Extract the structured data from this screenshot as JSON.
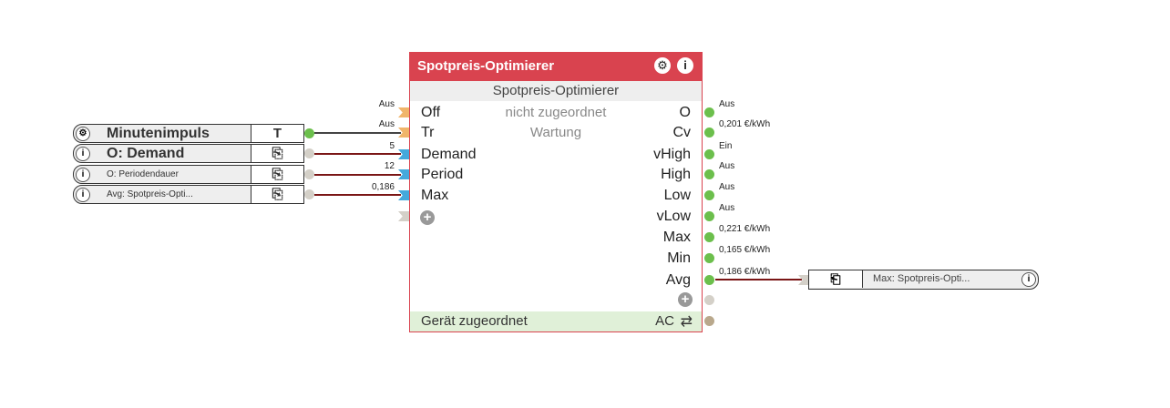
{
  "inputs_left": [
    {
      "icon": "gear-icon",
      "label": "Minutenimpuls",
      "cell": "T",
      "big": true
    },
    {
      "icon": "info-icon",
      "label": "O: Demand",
      "cell": "",
      "big": true,
      "wire_value": "5"
    },
    {
      "icon": "info-icon",
      "label": "O: Periodendauer",
      "cell": "",
      "big": false,
      "wire_value": "12"
    },
    {
      "icon": "info-icon",
      "label": "Avg: Spotpreis-Opti...",
      "cell": "",
      "big": false,
      "wire_value": "0,186"
    }
  ],
  "block": {
    "title": "Spotpreis-Optimierer",
    "subtitle": "Spotpreis-Optimierer",
    "status1": "nicht zugeordnet",
    "status2": "Wartung",
    "footer_label": "Gerät zugeordnet",
    "footer_right": "AC",
    "inputs": [
      {
        "name": "Off",
        "value": "Aus"
      },
      {
        "name": "Tr",
        "value": "Aus"
      },
      {
        "name": "Demand",
        "value": "5"
      },
      {
        "name": "Period",
        "value": "12"
      },
      {
        "name": "Max",
        "value": "0,186"
      }
    ],
    "outputs": [
      {
        "name": "O",
        "value": "Aus"
      },
      {
        "name": "Cv",
        "value": "0,201 €/kWh"
      },
      {
        "name": "vHigh",
        "value": "Ein"
      },
      {
        "name": "High",
        "value": "Aus"
      },
      {
        "name": "Low",
        "value": "Aus"
      },
      {
        "name": "vLow",
        "value": "Aus"
      },
      {
        "name": "Max",
        "value": "0,221 €/kWh"
      },
      {
        "name": "Min",
        "value": "0,165 €/kWh"
      },
      {
        "name": "Avg",
        "value": "0,186 €/kWh"
      }
    ]
  },
  "output_right": {
    "label": "Max: Spotpreis-Opti..."
  },
  "colors": {
    "header": "#d9434f",
    "footer": "#e0f0d8",
    "wire": "#7a1616"
  }
}
